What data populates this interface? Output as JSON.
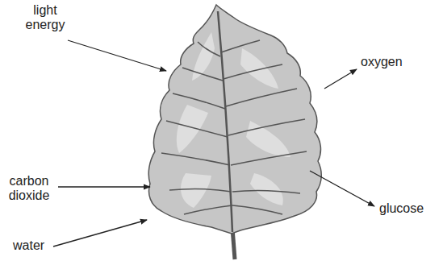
{
  "diagram": {
    "labels": [
      "light energy",
      "oxygen",
      "carbon dioxide",
      "glucose",
      "water"
    ]
  }
}
